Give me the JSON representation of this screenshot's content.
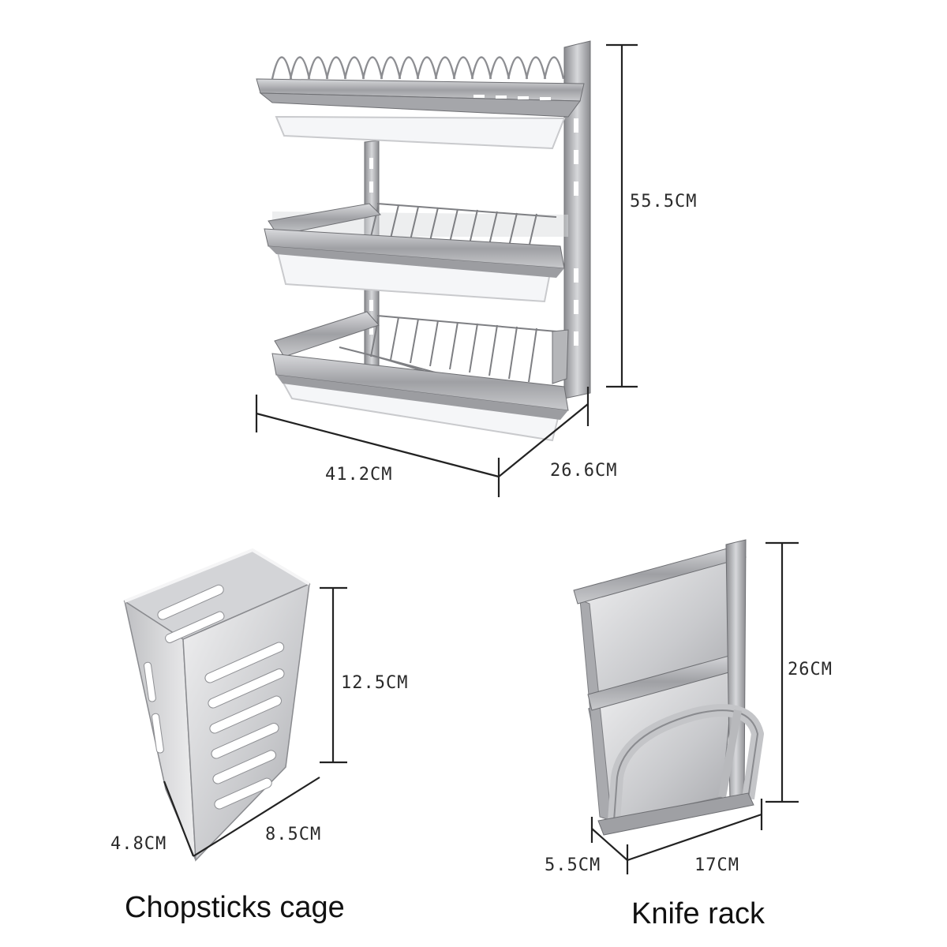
{
  "dish_rack": {
    "height": "55.5CM",
    "width": "41.2CM",
    "depth": "26.6CM"
  },
  "chopsticks_cage": {
    "caption": "Chopsticks cage",
    "height": "12.5CM",
    "depth": "4.8CM",
    "width": "8.5CM"
  },
  "knife_rack": {
    "caption": "Knife rack",
    "height": "26CM",
    "depth": "5.5CM",
    "width": "17CM"
  },
  "colors": {
    "steel_light": "#e6e6e8",
    "steel_mid": "#b8b9bc",
    "steel_dark": "#7d7e82",
    "tray": "#f4f5f7",
    "dimension_line": "#222222"
  }
}
